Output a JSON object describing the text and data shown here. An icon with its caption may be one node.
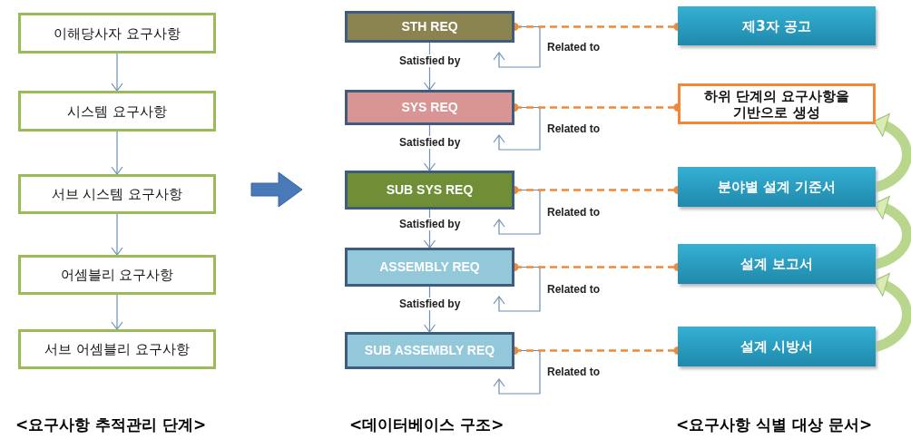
{
  "diagram": {
    "nodes": [
      {
        "text": [
          "이해당사자 요구사항"
        ]
      },
      {
        "text": [
          "시스템 요구사항"
        ]
      },
      {
        "text": [
          "서브 시스템 요구사항"
        ]
      },
      {
        "text": [
          "어셈블리 요구사항"
        ]
      },
      {
        "text": [
          "서브 어셈블리 요구사항"
        ]
      },
      {
        "text": [
          "STH REQ"
        ]
      },
      {
        "text": [
          "SYS REQ"
        ]
      },
      {
        "text": [
          "SUB SYS REQ"
        ]
      },
      {
        "text": [
          "ASSEMBLY REQ"
        ]
      },
      {
        "text": [
          "SUB ASSEMBLY REQ"
        ]
      },
      {
        "text": [
          "제3자 공고"
        ]
      },
      {
        "text": [
          "하위 단계의 요구사항을 기반으로 생성"
        ]
      },
      {
        "text": [
          "분야별 설계 기준서"
        ]
      },
      {
        "text": [
          "설계 보고서"
        ]
      },
      {
        "text": [
          "설계 시방서"
        ]
      }
    ],
    "edges": [
      {
        "from": 0,
        "to": 1,
        "arrow": "to"
      },
      {
        "from": 1,
        "to": 2,
        "arrow": "to"
      },
      {
        "from": 2,
        "to": 3,
        "arrow": "to"
      },
      {
        "from": 3,
        "to": 4,
        "arrow": "to"
      },
      {
        "from": 5,
        "to": 6,
        "arrow": "to",
        "label": "Satisfied by"
      },
      {
        "from": 6,
        "to": 7,
        "arrow": "to",
        "label": "Satisfied by"
      },
      {
        "from": 7,
        "to": 8,
        "arrow": "to",
        "label": "Satisfied by"
      },
      {
        "from": 8,
        "to": 9,
        "arrow": "to",
        "label": "Satisfied by"
      },
      {
        "from": 5,
        "to": 5,
        "arrow": "to",
        "label": "Related to"
      },
      {
        "from": 6,
        "to": 6,
        "arrow": "to",
        "label": "Related to"
      },
      {
        "from": 7,
        "to": 7,
        "arrow": "to",
        "label": "Related to"
      },
      {
        "from": 8,
        "to": 8,
        "arrow": "to",
        "label": "Related to"
      },
      {
        "from": 9,
        "to": 9,
        "arrow": "to",
        "label": "Related to"
      },
      {
        "from": 5,
        "to": 10,
        "arrow": "other",
        "style": "dashed",
        "color": "#f0883a"
      },
      {
        "from": 6,
        "to": 11,
        "arrow": "other",
        "style": "dashed",
        "color": "#f0883a"
      },
      {
        "from": 7,
        "to": 12,
        "arrow": "other",
        "style": "dashed",
        "color": "#f0883a"
      },
      {
        "from": 8,
        "to": 13,
        "arrow": "other",
        "style": "dashed",
        "color": "#f0883a"
      },
      {
        "from": 9,
        "to": 14,
        "arrow": "other",
        "style": "dashed",
        "color": "#f0883a"
      },
      {
        "from": 12,
        "to": 11,
        "arrow": "to",
        "style": "thick",
        "color": "#b8d68c"
      },
      {
        "from": 13,
        "to": 12,
        "arrow": "to",
        "style": "thick",
        "color": "#b8d68c"
      },
      {
        "from": 14,
        "to": 13,
        "arrow": "to",
        "style": "thick",
        "color": "#b8d68c"
      }
    ],
    "labels": [
      "<요구사항 추적관리 단계>",
      "<데이터베이스 구조>",
      "<요구사항 식별 대상 문서>"
    ]
  }
}
